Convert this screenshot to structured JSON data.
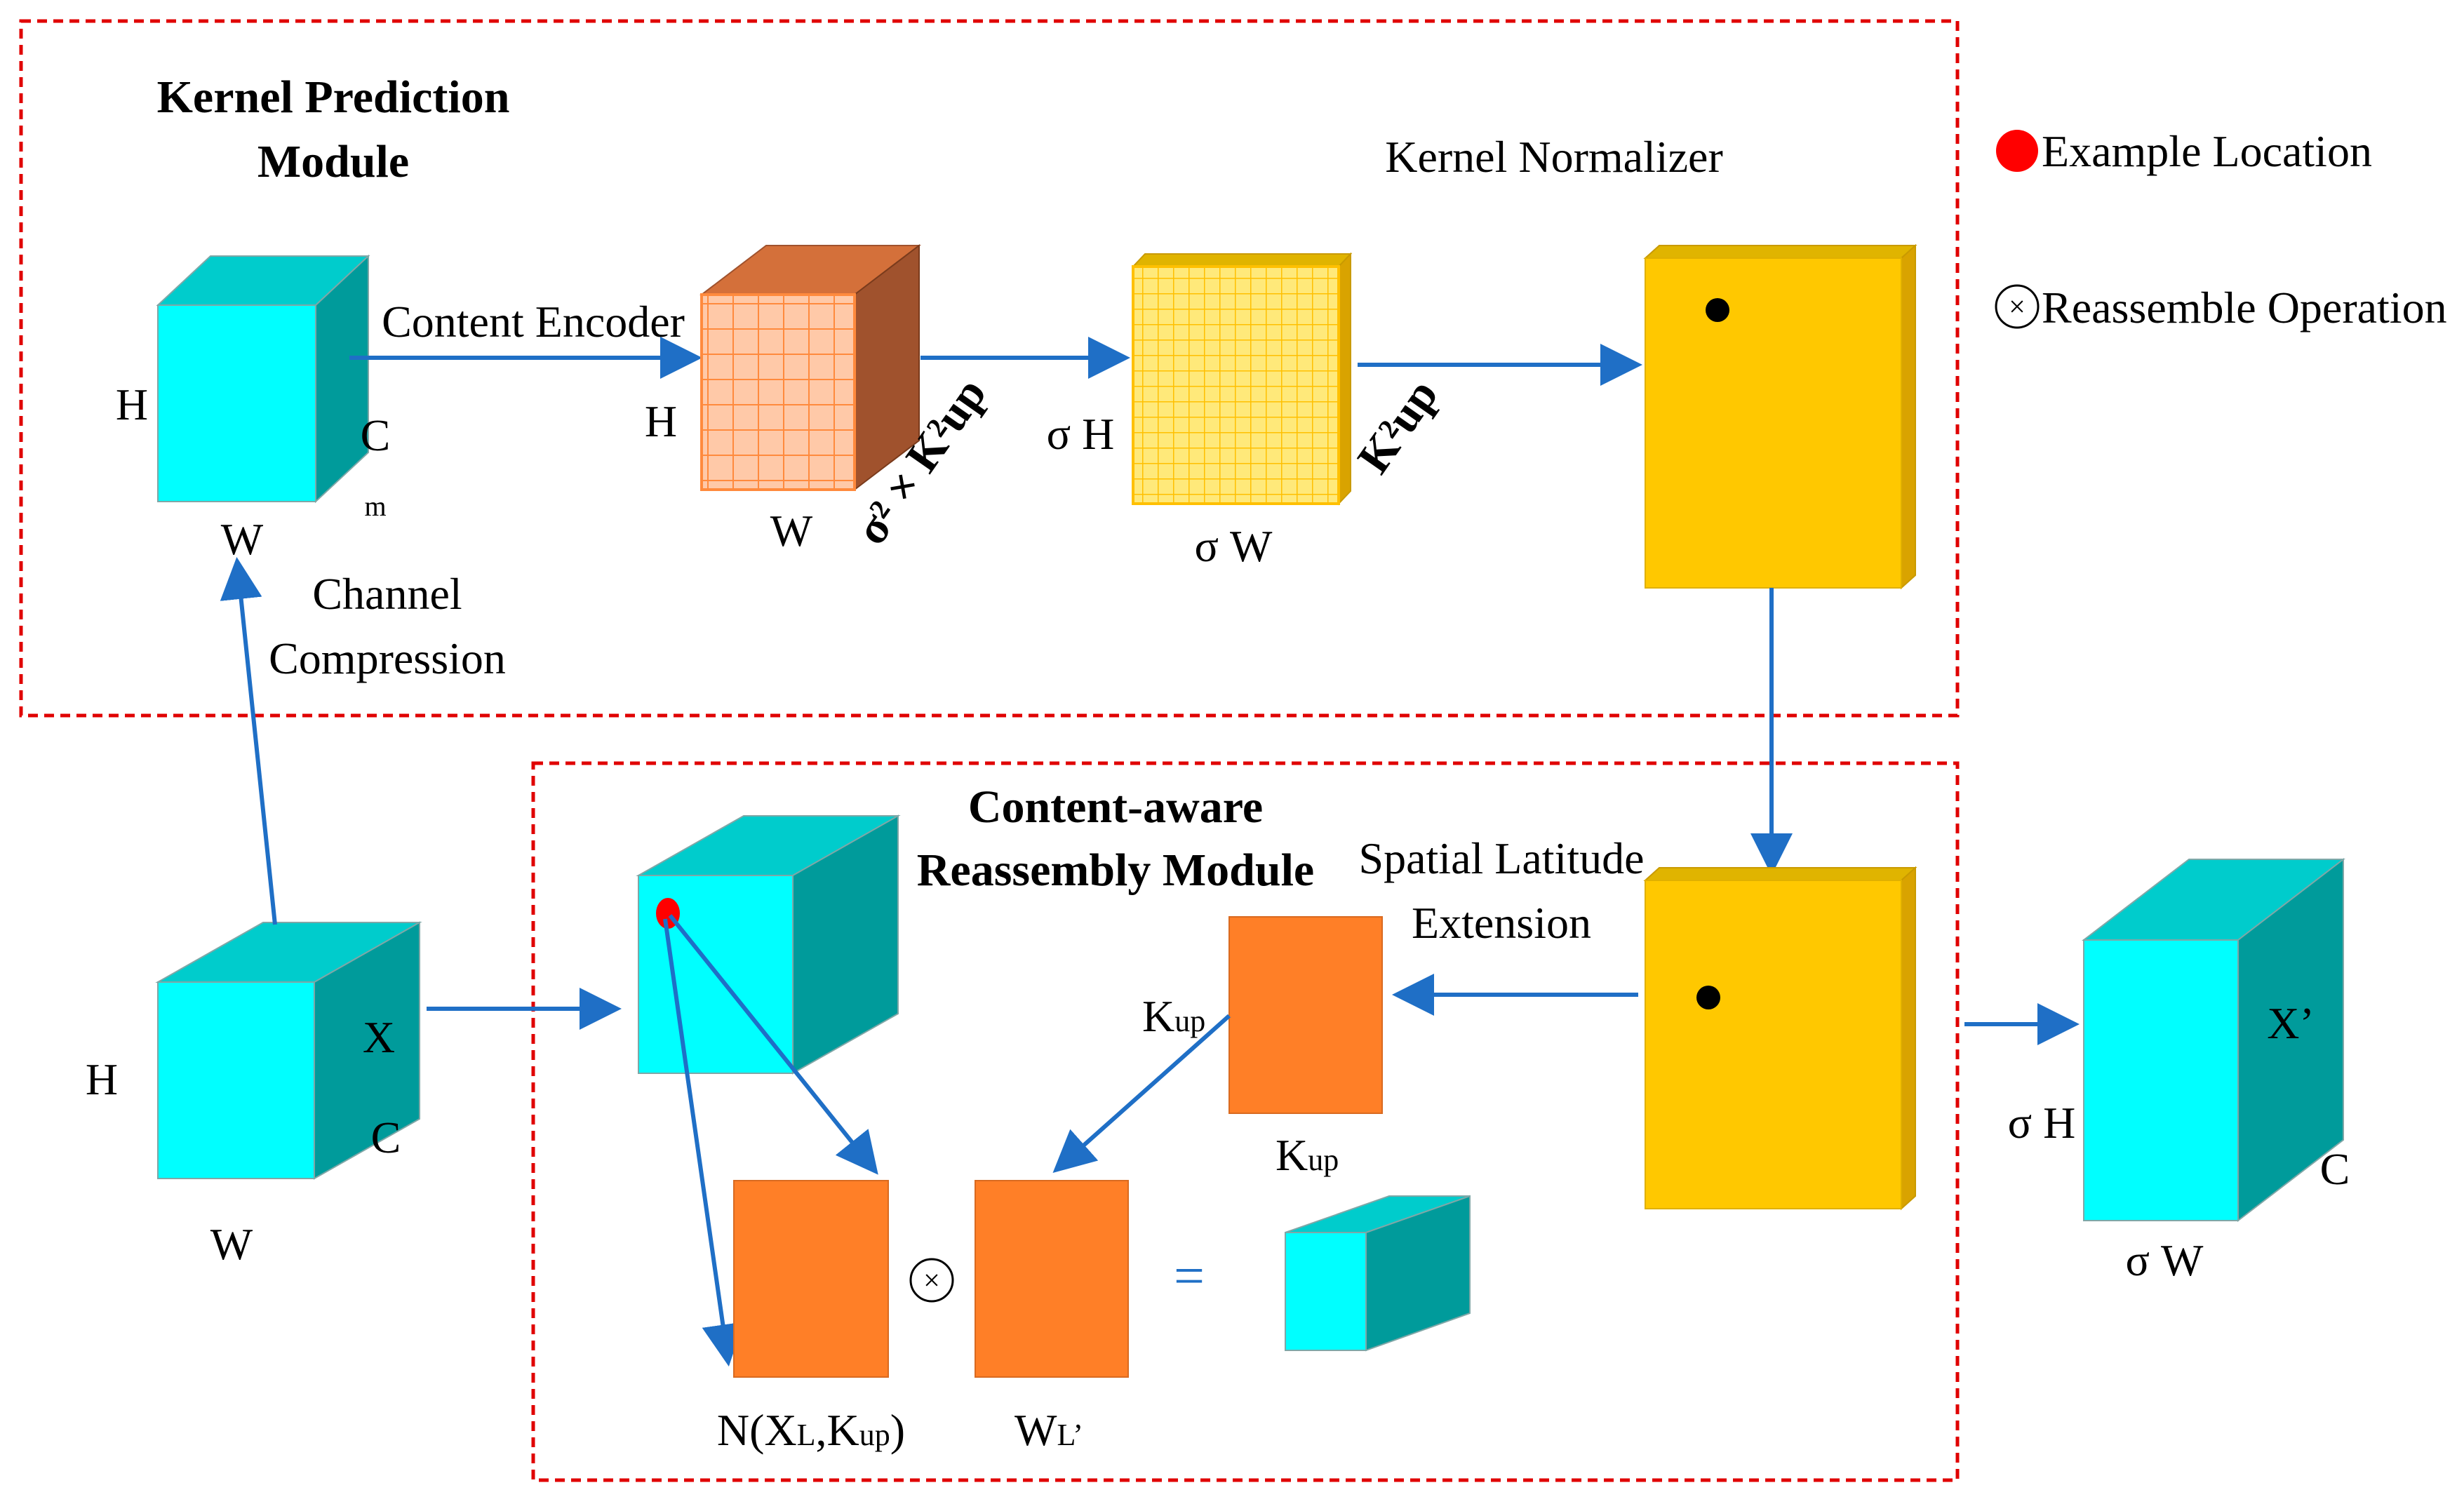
{
  "colors": {
    "cyan_front": "#00FFFF",
    "cyan_side": "#009B9B",
    "cyan_top": "#00CCCC",
    "orange": "#FF7F27",
    "gold": "#FFC800",
    "gold_side": "#D9A300",
    "peach": "#FFC9A8",
    "brown": "#A0522D",
    "yellow_grid": "#FFE24D",
    "arrow": "#1F6FC6",
    "dash_border": "#E00000",
    "red_dot": "#FF0000"
  },
  "kernel_module": {
    "title_line1": "Kernel Prediction",
    "title_line2": "Module",
    "input_cube": {
      "h": "H",
      "w": "W",
      "c": "C",
      "c_sub": "m"
    },
    "compression_line1": "Channel",
    "compression_line2": "Compression",
    "encoder_label": "Content Encoder",
    "encoded_cube": {
      "h": "H",
      "w": "W",
      "depth": "σ² × K²up"
    },
    "grid_cube": {
      "h": "σ H",
      "w": "σ W",
      "depth": "K²up"
    },
    "normalizer_label": "Kernel Normalizer"
  },
  "legend": {
    "example_location": "Example Location",
    "reassemble_operation": "Reassemble Operation"
  },
  "input_x": {
    "h": "H",
    "w": "W",
    "c": "C",
    "name": "X"
  },
  "reassembly_module": {
    "title_line1": "Content-aware",
    "title_line2": "Reassembly Module",
    "extension_line1": "Spatial Latitude",
    "extension_line2": "Extension",
    "kernel_left": "K",
    "kernel_left_sub": "up",
    "kernel_bottom": "K",
    "kernel_bottom_sub": "up",
    "neighborhood_label": "N(X",
    "neighborhood_sub_l": "L",
    "neighborhood_mid": ",K",
    "neighborhood_sub_up": "up",
    "neighborhood_end": ")",
    "weight_label": "W",
    "weight_sub": "L’",
    "equals": "="
  },
  "output_x": {
    "name": "X’",
    "h": "σ H",
    "w": "σ W",
    "c": "C"
  }
}
